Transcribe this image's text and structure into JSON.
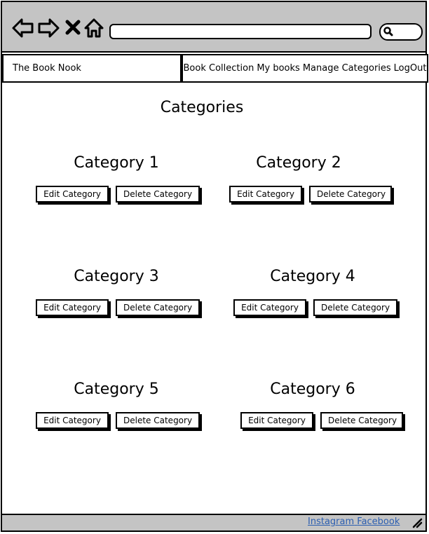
{
  "nav": {
    "brand": "The Book Nook",
    "links": [
      "Book Collection",
      "My books",
      "Manage Categories",
      "LogOut"
    ]
  },
  "page": {
    "title": "Categories"
  },
  "categories": [
    {
      "name": "Category 1",
      "edit": "Edit Category",
      "delete": "Delete Category"
    },
    {
      "name": "Category 2",
      "edit": "Edit Category",
      "delete": "Delete Category"
    },
    {
      "name": "Category 3",
      "edit": "Edit Category",
      "delete": "Delete Category"
    },
    {
      "name": "Category 4",
      "edit": "Edit Category",
      "delete": "Delete Category"
    },
    {
      "name": "Category 5",
      "edit": "Edit Category",
      "delete": "Delete Category"
    },
    {
      "name": "Category 6",
      "edit": "Edit Category",
      "delete": "Delete Category"
    }
  ],
  "footer": {
    "links": [
      "Instagram",
      "Facebook"
    ]
  },
  "colors": {
    "chrome": "#c4c4c4",
    "link": "#2a5db0"
  }
}
